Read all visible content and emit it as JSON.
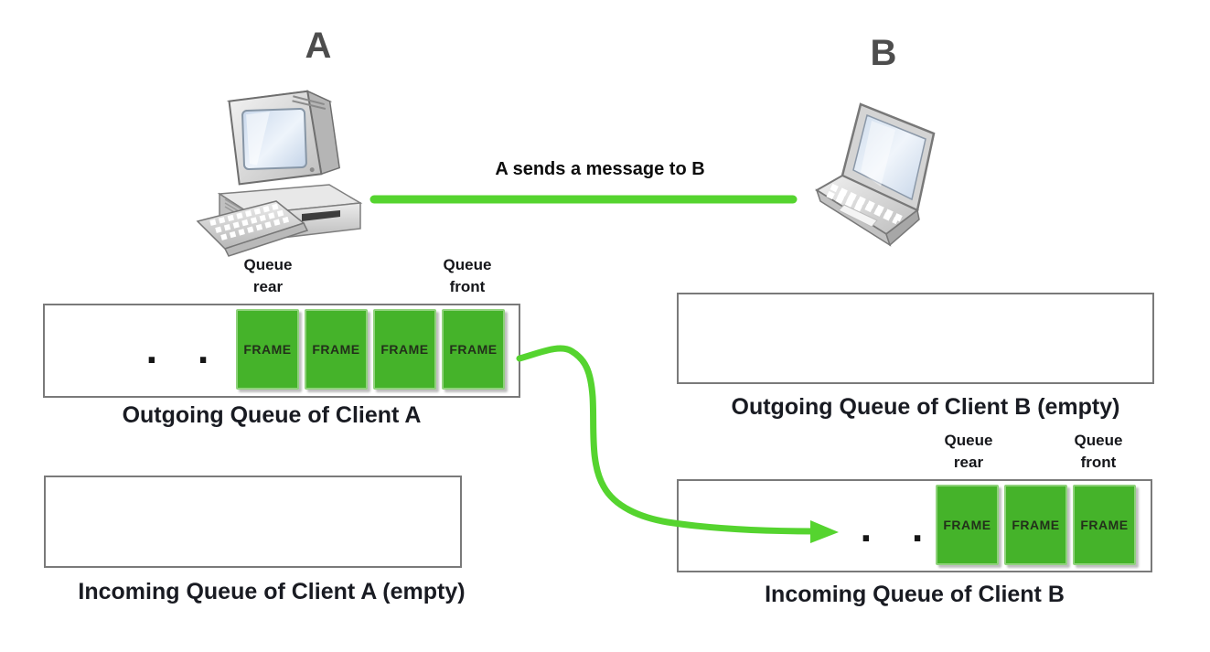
{
  "colors": {
    "frame_green": "#45b32a",
    "arrow_green": "#55d42f",
    "box_border": "#7a7a7a",
    "title_text": "#191b22",
    "node_label_gray": "#4d4d4d"
  },
  "nodes": {
    "a": {
      "label": "A"
    },
    "b": {
      "label": "B"
    }
  },
  "connection": {
    "label": "A sends a message to B"
  },
  "queues": {
    "outgoing_a": {
      "title": "Outgoing Queue of Client A",
      "rear": [
        "Queue",
        "rear"
      ],
      "front": [
        "Queue",
        "front"
      ],
      "ellipsis": ". . .",
      "frames": [
        "FRAME",
        "FRAME",
        "FRAME",
        "FRAME"
      ]
    },
    "incoming_a": {
      "title": "Incoming Queue of Client A (empty)",
      "frames": []
    },
    "outgoing_b": {
      "title": "Outgoing Queue of Client B (empty)",
      "frames": []
    },
    "incoming_b": {
      "title": "Incoming Queue of Client B",
      "rear": [
        "Queue",
        "rear"
      ],
      "front": [
        "Queue",
        "front"
      ],
      "ellipsis": ". . .",
      "frames": [
        "FRAME",
        "FRAME",
        "FRAME"
      ]
    }
  }
}
